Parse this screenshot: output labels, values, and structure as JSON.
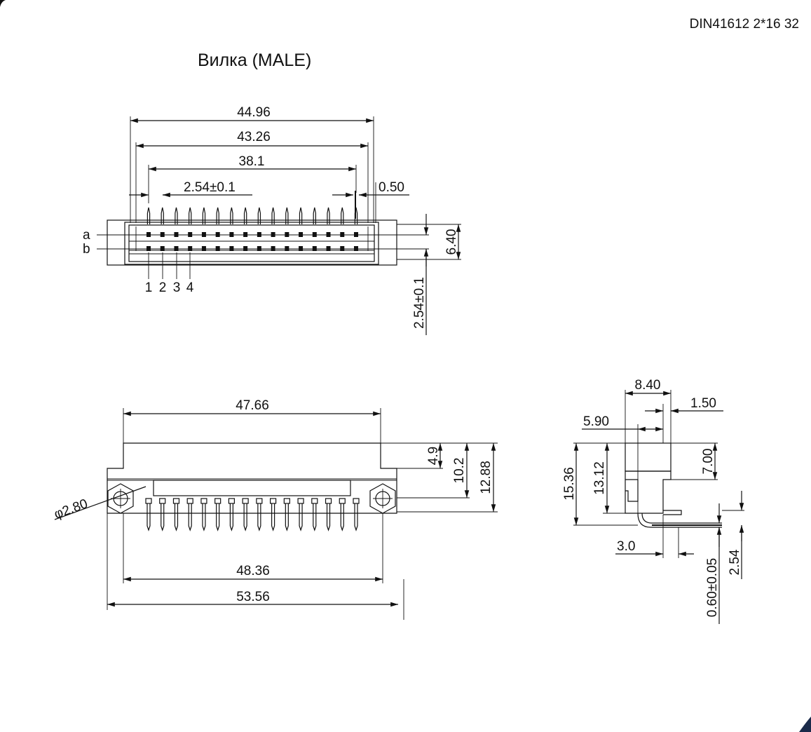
{
  "header": {
    "part_code": "DIN41612 2*16 32",
    "title": "Вилка (MALE)"
  },
  "top_view": {
    "dim_overall": "44.96",
    "dim_body": "43.26",
    "dim_pins_span": "38.1",
    "dim_pitch": "2.54±0.1",
    "dim_pin_width": "0.50",
    "dim_row_height": "6.40",
    "dim_row_pitch": "2.54±0.1",
    "row_a": "a",
    "row_b": "b",
    "pin_numbers": [
      "1",
      "2",
      "3",
      "4"
    ],
    "pin_count_per_row": 16
  },
  "front_view": {
    "dim_top": "47.66",
    "dim_h1": "4.9",
    "dim_h2": "10.2",
    "dim_h3": "12.88",
    "dim_hole": "φ2.80",
    "dim_inner": "48.36",
    "dim_total": "53.56"
  },
  "side_view": {
    "dim_width": "8.40",
    "dim_thick": "1.50",
    "dim_depth": "5.90",
    "dim_h_total": "15.36",
    "dim_h_body": "13.12",
    "dim_h_top": "7.00",
    "dim_offset": "3.0",
    "dim_pin_dia": "0.60±0.05",
    "dim_pitch": "2.54"
  }
}
